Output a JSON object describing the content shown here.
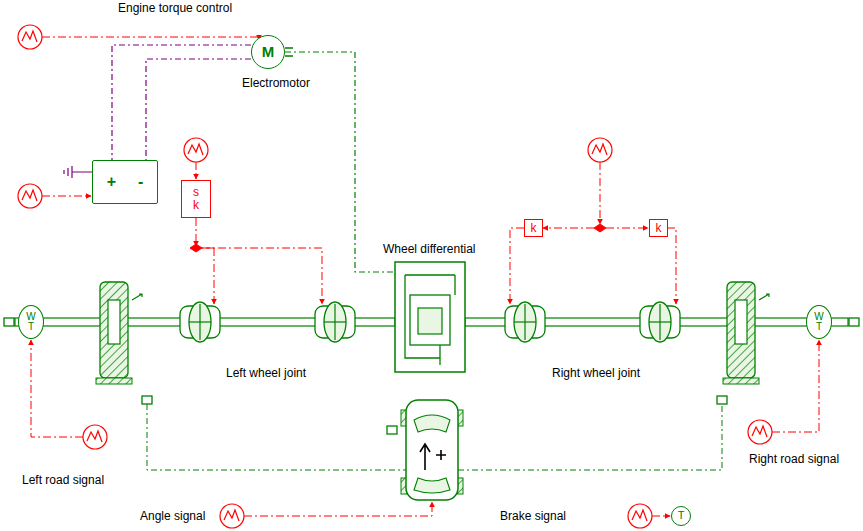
{
  "diagram": {
    "nodes": [
      {
        "text": [
          "M",
          "Electromotor"
        ]
      },
      {
        "text": [
          "+",
          "-"
        ]
      },
      {
        "text": [
          "s",
          "k"
        ]
      },
      {
        "text": [
          "k"
        ]
      },
      {
        "text": [
          "k"
        ]
      },
      {
        "text": [
          "Wheel differential"
        ]
      },
      {
        "text": [
          "W",
          "T"
        ]
      },
      {
        "text": [
          "W",
          "T"
        ]
      },
      {
        "text": [
          "T"
        ]
      }
    ],
    "edges": [
      {
        "from": 0,
        "to": 1,
        "arrow": "none"
      },
      {
        "from": 0,
        "to": 1,
        "arrow": "none"
      },
      {
        "from": 0,
        "to": 5,
        "arrow": "none"
      }
    ],
    "labels": [
      "Engine torque control",
      "Left wheel joint",
      "Right wheel joint",
      "Left road signal",
      "Right road signal",
      "Angle signal",
      "Brake signal"
    ]
  }
}
